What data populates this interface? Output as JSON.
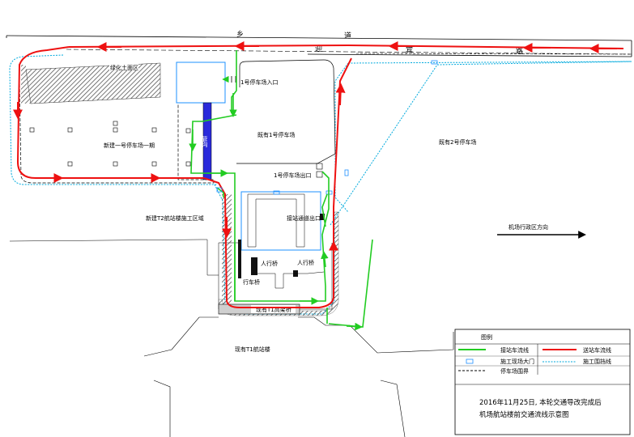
{
  "road_chars": [
    "乡",
    "道",
    "迎",
    "宾",
    "路"
  ],
  "labels": {
    "greening": "绿化土面区",
    "lot1_entrance": "1号停车场入口",
    "lot1_existing": "既有1号停车场",
    "lot2_existing": "既有2号停车场",
    "new_lot_phase1": "新建一号停车场一期",
    "lot1_exit": "1号停车场出口",
    "pickup_exit": "接站通道出口",
    "t2_construction": "新建T2航站楼施工区域",
    "admin_direction": "机场行政区方向",
    "pedestrian_bridge_1": "人行桥",
    "pedestrian_bridge_2": "人行桥",
    "vehicle_bridge": "行车桥",
    "t1_elevated": "现有T1高架桥",
    "t1_terminal": "现有T1航站楼",
    "channel": "管沟"
  },
  "legend": {
    "title": "图例",
    "items": [
      {
        "label": "接站车流线",
        "color": "#22cc22",
        "style": "line"
      },
      {
        "label": "送站车流线",
        "color": "#ee1111",
        "style": "line"
      },
      {
        "label": "施工现场大门",
        "color": "#1e90ff",
        "style": "gate"
      },
      {
        "label": "施工围挡线",
        "color": "#00aadd",
        "style": "dotted"
      },
      {
        "label": "停车场围界",
        "color": "#000000",
        "style": "dashed"
      }
    ]
  },
  "caption": {
    "line1": "2016年11月25日, 本轮交通导改完成后",
    "line2": "机场航站楼前交通流线示意图"
  }
}
